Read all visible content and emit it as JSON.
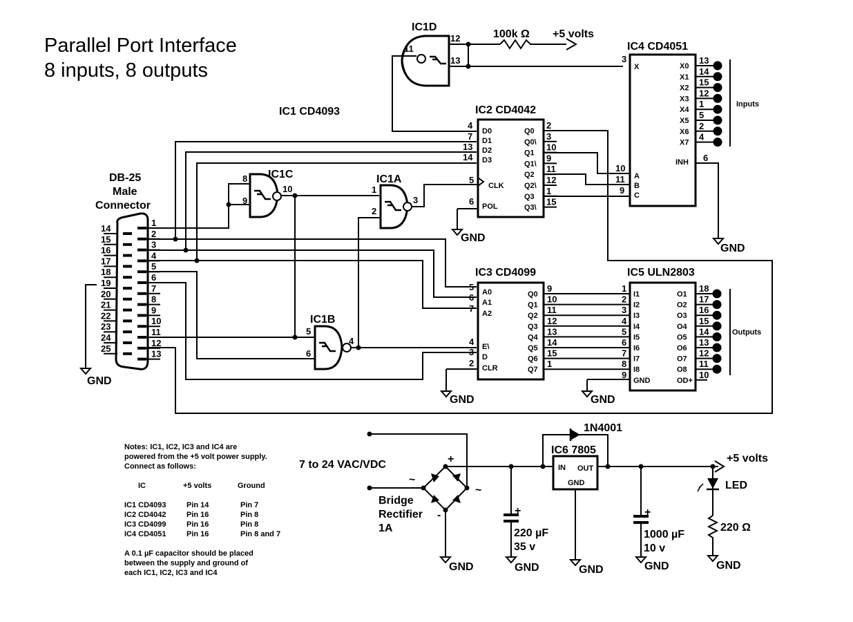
{
  "title": {
    "line1": "Parallel Port Interface",
    "line2": "8 inputs, 8 outputs"
  },
  "ic1_label": "IC1  CD4093",
  "gates": {
    "ic1a": {
      "name": "IC1A",
      "in1": "1",
      "in2": "2",
      "out": "3"
    },
    "ic1b": {
      "name": "IC1B",
      "in1": "5",
      "in2": "6",
      "out": "4"
    },
    "ic1c": {
      "name": "IC1C",
      "in1": "8",
      "in2": "9",
      "out": "10"
    },
    "ic1d": {
      "name": "IC1D",
      "in1": "12",
      "in2": "13",
      "out": "11"
    }
  },
  "pullup": {
    "resistor": "100k Ω",
    "supply": "+5 volts"
  },
  "db25": {
    "title1": "DB-25",
    "title2": "Male",
    "title3": "Connector",
    "left_pins": [
      "14",
      "15",
      "16",
      "17",
      "18",
      "19",
      "20",
      "21",
      "22",
      "23",
      "24",
      "25"
    ],
    "right_pins": [
      "1",
      "2",
      "3",
      "4",
      "5",
      "6",
      "7",
      "8",
      "9",
      "10",
      "11",
      "12",
      "13"
    ],
    "gnd": "GND"
  },
  "ic2": {
    "title": "IC2  CD4042",
    "left": [
      {
        "pin": "4",
        "sig": "D0"
      },
      {
        "pin": "7",
        "sig": "D1"
      },
      {
        "pin": "13",
        "sig": "D2"
      },
      {
        "pin": "14",
        "sig": "D3"
      },
      {
        "pin": "5",
        "sig": "CLK"
      },
      {
        "pin": "6",
        "sig": "POL"
      }
    ],
    "right": [
      {
        "pin": "2",
        "sig": "Q0"
      },
      {
        "pin": "3",
        "sig": "Q0\\"
      },
      {
        "pin": "10",
        "sig": "Q1"
      },
      {
        "pin": "9",
        "sig": "Q1\\"
      },
      {
        "pin": "11",
        "sig": "Q2"
      },
      {
        "pin": "12",
        "sig": "Q2\\"
      },
      {
        "pin": "1",
        "sig": "Q3"
      },
      {
        "pin": "15",
        "sig": "Q3\\"
      }
    ],
    "gnd": "GND"
  },
  "ic3": {
    "title": "IC3  CD4099",
    "left": [
      {
        "pin": "5",
        "sig": "A0"
      },
      {
        "pin": "6",
        "sig": "A1"
      },
      {
        "pin": "7",
        "sig": "A2"
      },
      {
        "pin": "4",
        "sig": "E\\"
      },
      {
        "pin": "3",
        "sig": "D"
      },
      {
        "pin": "2",
        "sig": "CLR"
      }
    ],
    "right": [
      {
        "pin": "9",
        "sig": "Q0"
      },
      {
        "pin": "10",
        "sig": "Q1"
      },
      {
        "pin": "11",
        "sig": "Q2"
      },
      {
        "pin": "12",
        "sig": "Q3"
      },
      {
        "pin": "13",
        "sig": "Q4"
      },
      {
        "pin": "14",
        "sig": "Q5"
      },
      {
        "pin": "15",
        "sig": "Q6"
      },
      {
        "pin": "1",
        "sig": "Q7"
      }
    ],
    "gnd": "GND"
  },
  "ic4": {
    "title": "IC4  CD4051",
    "x_pin": {
      "pin": "3",
      "sig": "X"
    },
    "right": [
      {
        "pin": "13",
        "sig": "X0"
      },
      {
        "pin": "14",
        "sig": "X1"
      },
      {
        "pin": "15",
        "sig": "X2"
      },
      {
        "pin": "12",
        "sig": "X3"
      },
      {
        "pin": "1",
        "sig": "X4"
      },
      {
        "pin": "5",
        "sig": "X5"
      },
      {
        "pin": "2",
        "sig": "X6"
      },
      {
        "pin": "4",
        "sig": "X7"
      }
    ],
    "inh": {
      "pin": "6",
      "sig": "INH"
    },
    "abc": [
      {
        "pin": "10",
        "sig": "A"
      },
      {
        "pin": "11",
        "sig": "B"
      },
      {
        "pin": "9",
        "sig": "C"
      }
    ],
    "group_label": "Inputs",
    "gnd": "GND"
  },
  "ic5": {
    "title": "IC5 ULN2803",
    "left": [
      {
        "pin": "1",
        "sig": "I1"
      },
      {
        "pin": "2",
        "sig": "I2"
      },
      {
        "pin": "3",
        "sig": "I3"
      },
      {
        "pin": "4",
        "sig": "I4"
      },
      {
        "pin": "5",
        "sig": "I5"
      },
      {
        "pin": "6",
        "sig": "I6"
      },
      {
        "pin": "7",
        "sig": "I7"
      },
      {
        "pin": "8",
        "sig": "I8"
      },
      {
        "pin": "9",
        "sig": "GND"
      }
    ],
    "right": [
      {
        "pin": "18",
        "sig": "O1"
      },
      {
        "pin": "17",
        "sig": "O2"
      },
      {
        "pin": "16",
        "sig": "O3"
      },
      {
        "pin": "15",
        "sig": "O4"
      },
      {
        "pin": "14",
        "sig": "O5"
      },
      {
        "pin": "13",
        "sig": "O6"
      },
      {
        "pin": "12",
        "sig": "O7"
      },
      {
        "pin": "11",
        "sig": "O8"
      },
      {
        "pin": "10",
        "sig": "OD+"
      }
    ],
    "group_label": "Outputs",
    "gnd": "GND"
  },
  "power": {
    "input_label": "7 to 24 VAC/VDC",
    "bridge1": "Bridge",
    "bridge2": "Rectifier",
    "bridge3": "1A",
    "plus": "+",
    "minus": "-",
    "ac": "~",
    "c1_value": "220 µF",
    "c1_voltage": "35 v",
    "reg_title": "IC6 7805",
    "reg_in": "IN",
    "reg_out": "OUT",
    "reg_gnd": "GND",
    "diode": "1N4001",
    "c2_value": "1000 µF",
    "c2_voltage": "10 v",
    "led": "LED",
    "resistor": "220 Ω",
    "output": "+5 volts",
    "gnd": "GND"
  },
  "notes": {
    "line1": "Notes: IC1, IC2, IC3 and IC4 are",
    "line2": "powered from the +5 volt power supply.",
    "line3": "Connect as follows:",
    "headers": [
      "IC",
      "+5 volts",
      "Ground"
    ],
    "rows": [
      [
        "IC1 CD4093",
        "Pin 14",
        "Pin 7"
      ],
      [
        "IC2 CD4042",
        "Pin 16",
        "Pin 8"
      ],
      [
        "IC3 CD4099",
        "Pin 16",
        "Pin 8"
      ],
      [
        "IC4 CD4051",
        "Pin 16",
        "Pin 8 and 7"
      ]
    ],
    "cap1": "A 0.1 µF capacitor should be placed",
    "cap2": " between the supply and ground of",
    "cap3": "each IC1, IC2, IC3 and IC4"
  }
}
